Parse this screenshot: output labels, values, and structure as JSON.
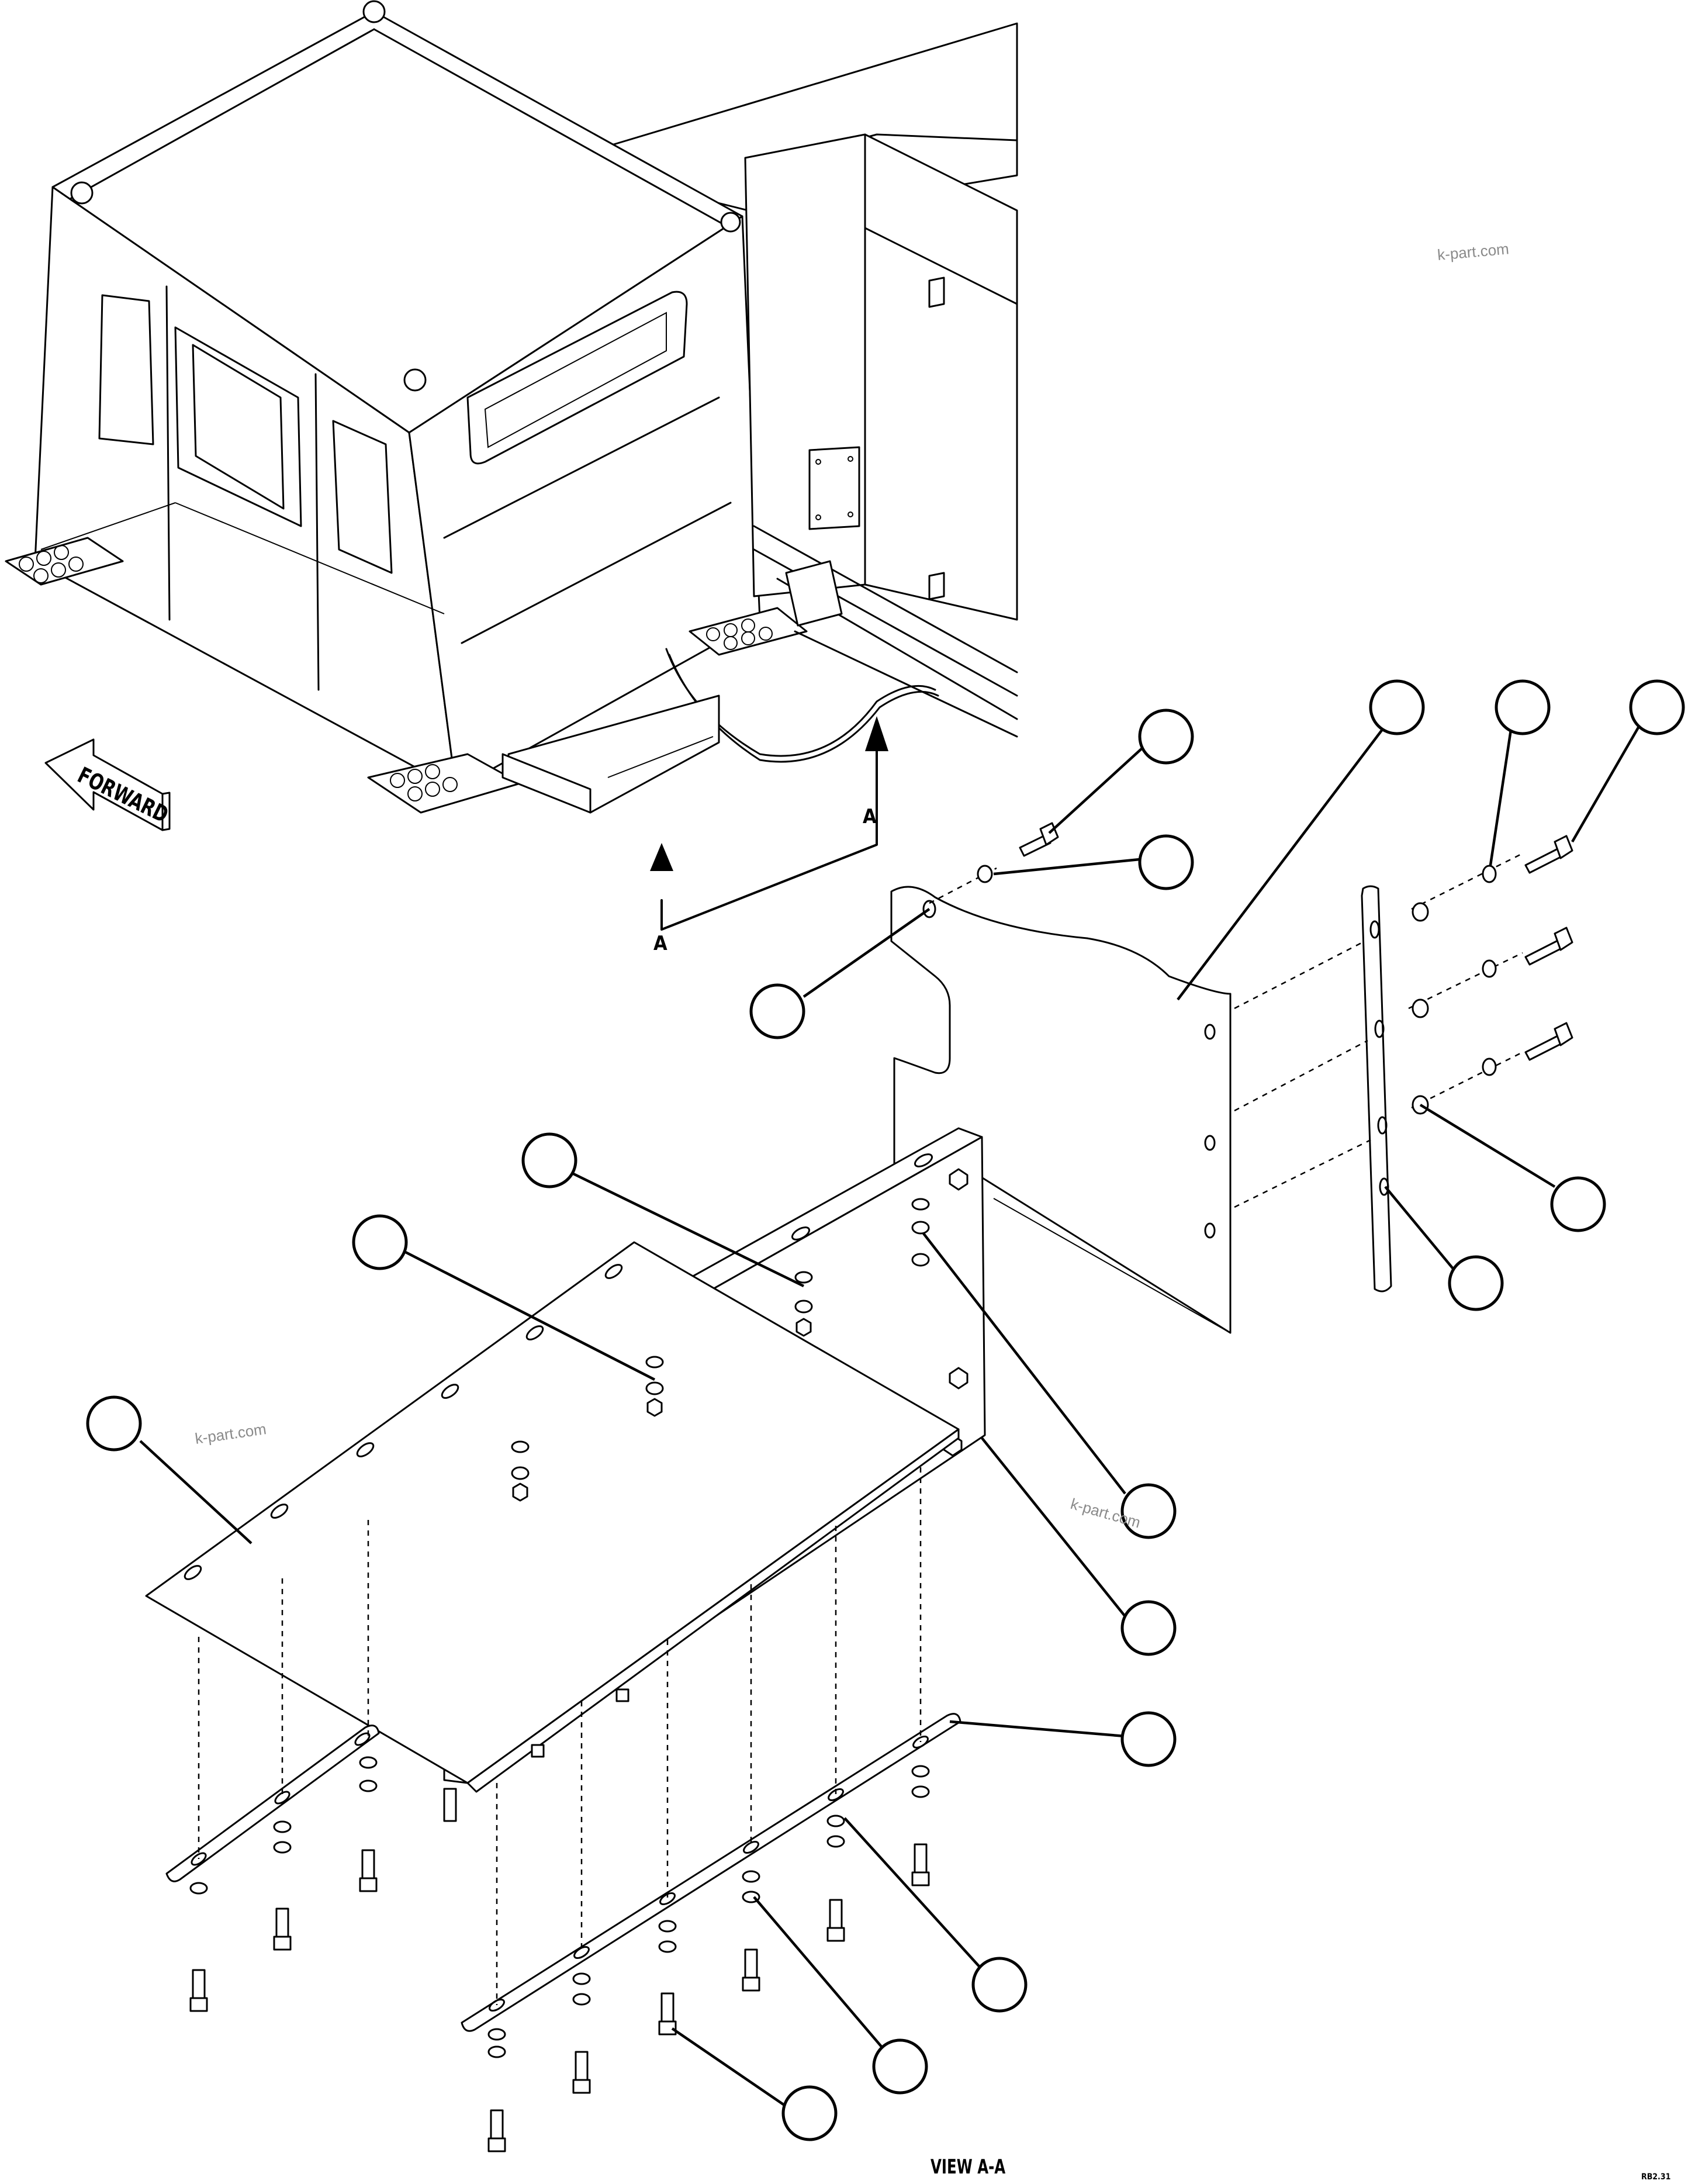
{
  "labels": {
    "forward": "FORWARD",
    "section_a_left": "A",
    "section_a_right": "A",
    "view_title": "VIEW A-A",
    "figure_code": "RB2.31"
  },
  "watermarks": [
    "k-part.com",
    "k-part.com",
    "k-part.com"
  ],
  "balloons": [
    "",
    "",
    "",
    "",
    "",
    "",
    "",
    "",
    "",
    "",
    "",
    "",
    "",
    "",
    "",
    "",
    "",
    "",
    ""
  ],
  "colors": {
    "line": "#000000",
    "background": "#ffffff",
    "watermark": "#8a8a8a"
  }
}
